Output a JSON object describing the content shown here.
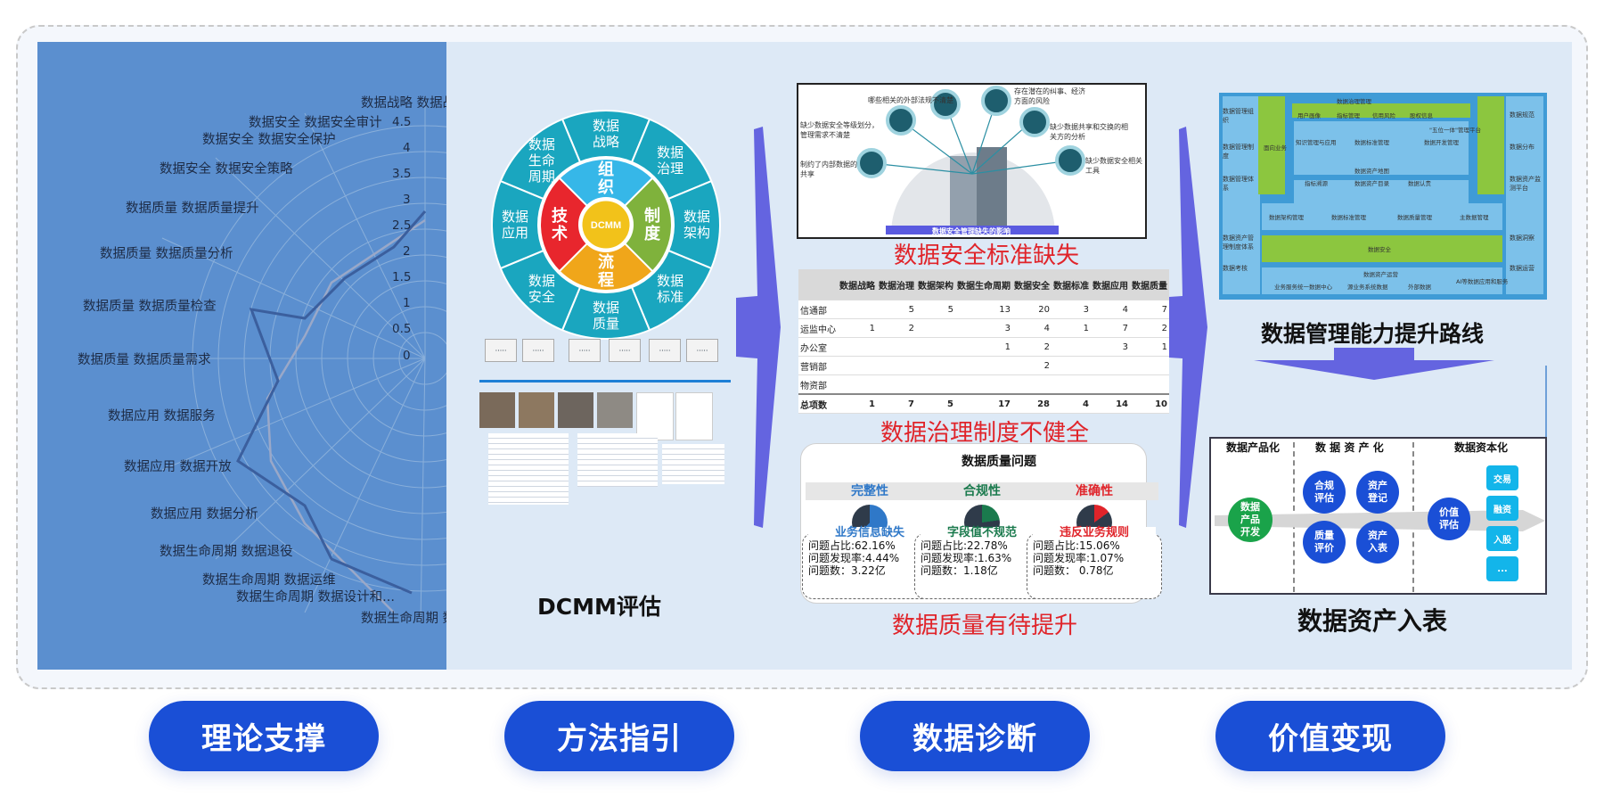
{
  "radar": {
    "labels_left": [
      {
        "text": "数据战略 数据战略制定",
        "key": "l0"
      },
      {
        "text": "数据安全 数据安全审计",
        "key": "l1"
      },
      {
        "text": "数据安全 数据安全保护",
        "key": "l2"
      },
      {
        "text": "数据安全 数据安全策略",
        "key": "l3"
      },
      {
        "text": "数据质量 数据质量提升",
        "key": "l4"
      },
      {
        "text": "数据质量 数据质量分析",
        "key": "l5"
      },
      {
        "text": "数据质量 数据质量检查",
        "key": "l6"
      },
      {
        "text": "数据质量 数据质量需求",
        "key": "l7"
      },
      {
        "text": "数据应用 数据服务",
        "key": "l8"
      },
      {
        "text": "数据应用 数据开放",
        "key": "l9"
      },
      {
        "text": "数据应用 数据分析",
        "key": "l10"
      },
      {
        "text": "数据生命周期 数据退役",
        "key": "l11"
      },
      {
        "text": "数据生命周期 数据运维",
        "key": "l12"
      },
      {
        "text": "数据生命周期 数据设计和...",
        "key": "l13"
      },
      {
        "text": "数据生命周期 数据需求",
        "key": "l14"
      }
    ],
    "ticks": [
      "4.5",
      "4",
      "3.5",
      "3",
      "2.5",
      "2",
      "1.5",
      "1",
      "0.5",
      "0"
    ]
  },
  "dcmm": {
    "center": "DCMM",
    "outer": [
      "数据战略",
      "数据治理",
      "数据架构",
      "数据标准",
      "数据质量",
      "数据安全",
      "数据应用",
      "数据生命周期"
    ],
    "inner": [
      "组织",
      "制度",
      "流程",
      "技术"
    ],
    "caption": "DCMM评估"
  },
  "diagnosis": {
    "security_title": "数据安全标准缺失",
    "security_caption": "数据安全管理缺失的影响",
    "security_points": [
      "哪些相关的外部法规不清楚",
      "缺少数据安全等级划分，管理需求不清楚",
      "制约了内部数据的共享",
      "存在潜在的纠事、经济方面的风险",
      "缺少数据共享和交换的相关方的分析",
      "缺少数据安全相关工具"
    ],
    "governance_title": "数据治理制度不健全",
    "table_header": [
      "",
      "数据战略",
      "数据治理",
      "数据架构",
      "数据生命周期",
      "数据安全",
      "数据标准",
      "数据应用",
      "数据质量"
    ],
    "table_rows": [
      [
        "信通部",
        "",
        "5",
        "5",
        "13",
        "20",
        "3",
        "4",
        "7"
      ],
      [
        "运监中心",
        "1",
        "2",
        "",
        "3",
        "4",
        "1",
        "7",
        "2"
      ],
      [
        "办公室",
        "",
        "",
        "",
        "1",
        "2",
        "",
        "3",
        "1"
      ],
      [
        "营销部",
        "",
        "",
        "",
        "",
        "2",
        "",
        "",
        ""
      ],
      [
        "物资部",
        "",
        "",
        "",
        "",
        "",
        "",
        "",
        ""
      ],
      [
        "总项数",
        "1",
        "7",
        "5",
        "17",
        "28",
        "4",
        "14",
        "10"
      ]
    ],
    "quality_box_title": "数据质量问题",
    "quality_title": "数据质量有待提升",
    "quality_cols": [
      {
        "head": "完整性",
        "sub": "业务信息缺失",
        "l1": "问题占比:62.16%",
        "l2": "问题发现率:4.44%",
        "l3": "问题数：3.22亿",
        "color": "#2f78c8",
        "pct": 62.16
      },
      {
        "head": "合规性",
        "sub": "字段值不规范",
        "l1": "问题占比:22.78%",
        "l2": "问题发现率:1.63%",
        "l3": "问题数：1.18亿",
        "color": "#1a7a4d",
        "pct": 22.78
      },
      {
        "head": "准确性",
        "sub": "违反业务规则",
        "l1": "问题占比:15.06%",
        "l2": "问题发现率:1.07%",
        "l3": "问题数：  0.78亿",
        "color": "#e0242a",
        "pct": 15.06
      }
    ]
  },
  "value": {
    "route_title": "数据管理能力提升路线",
    "assets_title": "数据资产入表",
    "arch_left": [
      "数据管理组织",
      "数据管理制度",
      "数据管理体系",
      "数据资产管理制度体系",
      "数据考核"
    ],
    "arch_right": [
      "数据规范",
      "数据分布",
      "数据资产监测平台",
      "数据洞察",
      "数据运营"
    ],
    "arch_inner": [
      "数据治理管理",
      "用户画像",
      "指标管理",
      "信用风险",
      "股权信息",
      "知识管理与应用",
      "数据标准管理",
      "数据开发管理",
      "\"五位一体\"管理平台",
      "数据资产地图",
      "指标溯源",
      "数据资产目录",
      "数据认责",
      "数据架构管理",
      "数据标准管理",
      "数据质量管理",
      "主数据管理",
      "数据安全",
      "数据资产运营",
      "业务服务统一数据中心",
      "源业务系统数据",
      "外部数据",
      "AI等数据应用和服务",
      "面向业务"
    ],
    "flow_heads": [
      "数据产品化",
      "数 据 资 产 化",
      "数据资本化"
    ],
    "flow_nodes": [
      "数据产品开发",
      "合规评估",
      "资产登记",
      "质量评价",
      "资产入表",
      "价值评估"
    ],
    "flow_tags": [
      "交易",
      "融资",
      "入股",
      "..."
    ]
  },
  "pills": [
    "理论支撑",
    "方法指引",
    "数据诊断",
    "价值变现"
  ],
  "colors": {
    "accent": "#1a4fd6",
    "radar_bg": "#5b8fcf",
    "dcmm": "#1aa6bf",
    "red": "#e0242a",
    "arrow": "#6464e0",
    "green": "#8cc63f"
  }
}
